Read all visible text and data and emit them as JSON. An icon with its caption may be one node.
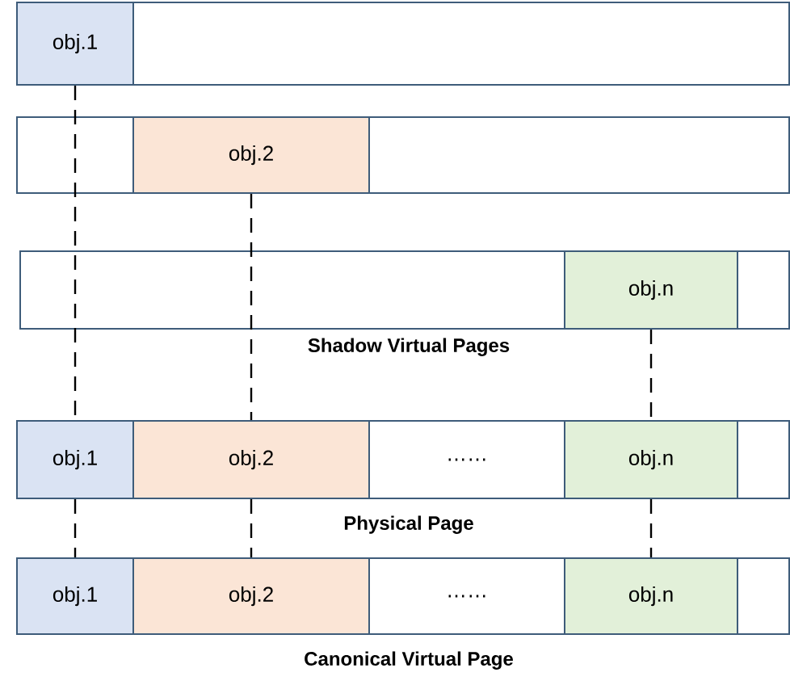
{
  "diagram": {
    "nodes": [
      {
        "text": [],
        "shape": "bar"
      },
      {
        "text": [
          "obj.1"
        ],
        "in": 0
      },
      {
        "text": [],
        "shape": "bar"
      },
      {
        "text": [
          "obj.2"
        ],
        "in": 2
      },
      {
        "text": [],
        "shape": "bar"
      },
      {
        "text": [
          "obj.n"
        ],
        "in": 4
      },
      {
        "text": [],
        "shape": "bar",
        "beside": [
          "Physical Page"
        ]
      },
      {
        "text": [
          "obj.1"
        ],
        "in": 6
      },
      {
        "text": [
          "obj.2"
        ],
        "in": 6
      },
      {
        "text": [
          "……"
        ],
        "in": 6
      },
      {
        "text": [
          "obj.n"
        ],
        "in": 6
      },
      {
        "text": [],
        "shape": "bar",
        "beside": [
          "Canonical Virtual Page"
        ]
      },
      {
        "text": [
          "obj.1"
        ],
        "in": 11
      },
      {
        "text": [
          "obj.2"
        ],
        "in": 11
      },
      {
        "text": [
          "……"
        ],
        "in": 11
      },
      {
        "text": [
          "obj.n"
        ],
        "in": 11
      }
    ],
    "edges": [
      {
        "from": 1,
        "to": 7,
        "arrow": "none",
        "style": "dashed"
      },
      {
        "from": 3,
        "to": 8,
        "arrow": "none",
        "style": "dashed"
      },
      {
        "from": 5,
        "to": 10,
        "arrow": "none",
        "style": "dashed"
      },
      {
        "from": 7,
        "to": 12,
        "arrow": "none",
        "style": "dashed"
      },
      {
        "from": 8,
        "to": 13,
        "arrow": "none",
        "style": "dashed"
      },
      {
        "from": 10,
        "to": 15,
        "arrow": "none",
        "style": "dashed"
      }
    ],
    "labels": [
      "Shadow Virtual Pages"
    ]
  }
}
